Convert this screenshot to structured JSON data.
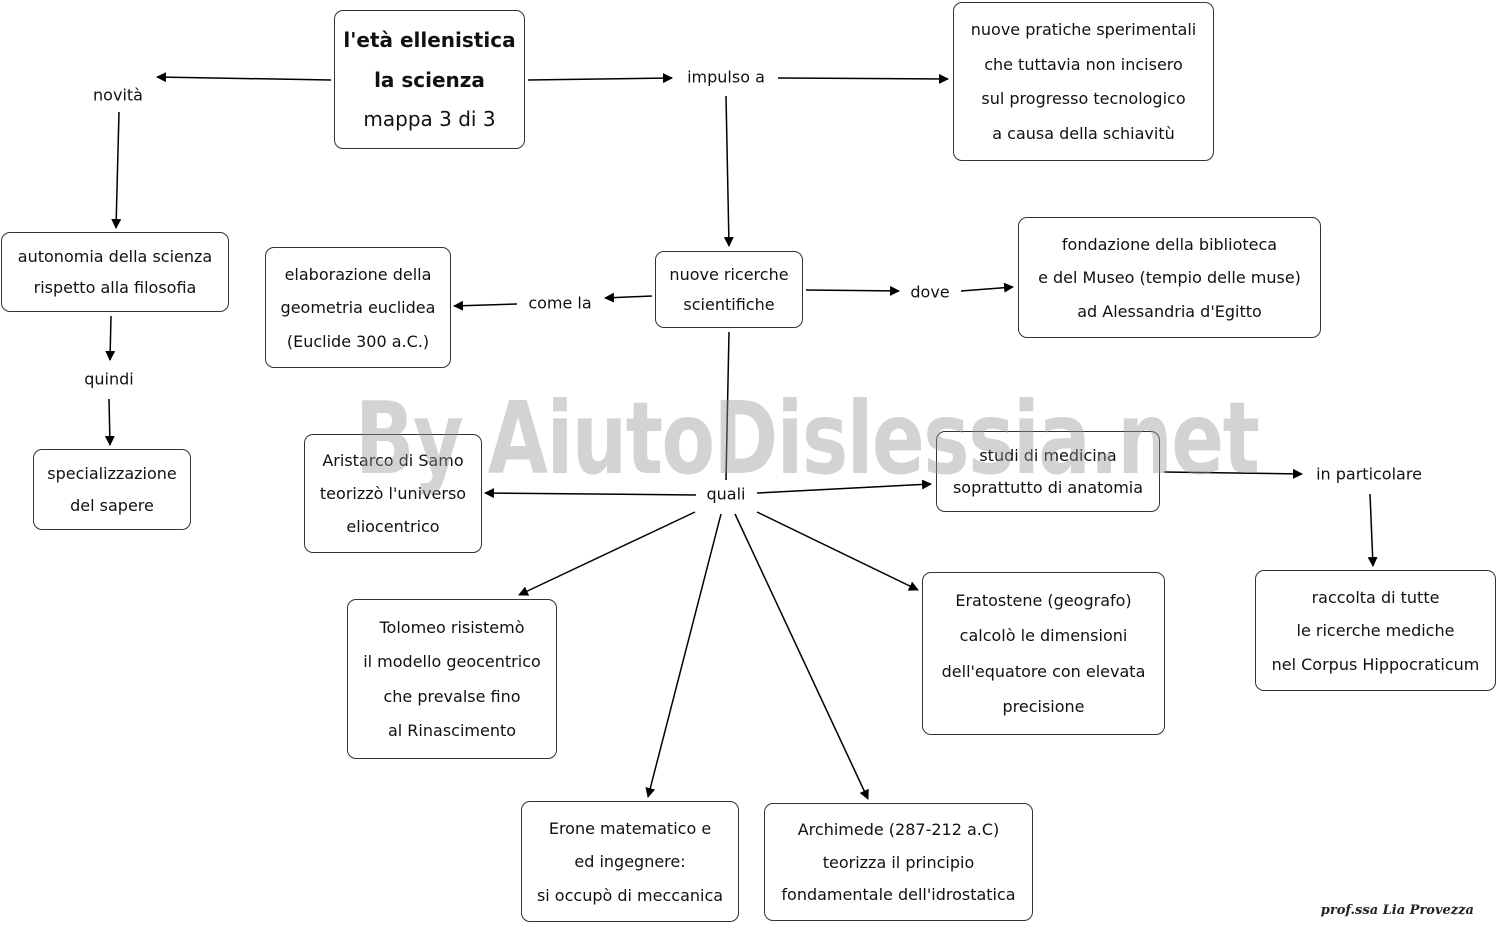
{
  "main": {
    "line1": "l'età ellenistica",
    "line2": "la scienza",
    "line3": "mappa 3 di 3"
  },
  "links": {
    "novita": "novità",
    "impulso": "impulso a",
    "quindi": "quindi",
    "come_la": "come la",
    "dove": "dove",
    "quali": "quali",
    "in_particolare": "in particolare"
  },
  "nodes": {
    "pratiche": [
      "nuove pratiche sperimentali",
      "che tuttavia non incisero",
      "sul progresso tecnologico",
      "a causa della schiavitù"
    ],
    "autonomia": [
      "autonomia della scienza",
      "rispetto alla filosofia"
    ],
    "specializzazione": [
      "specializzazione",
      "del sapere"
    ],
    "geometria": [
      "elaborazione della",
      "geometria euclidea",
      "(Euclide 300 a.C.)"
    ],
    "ricerche": [
      "nuove ricerche",
      "scientifiche"
    ],
    "biblioteca": [
      "fondazione della biblioteca",
      "e del Museo (tempio delle muse)",
      "ad Alessandria d'Egitto"
    ],
    "aristarco": [
      "Aristarco di Samo",
      "teorizzò l'universo",
      "eliocentrico"
    ],
    "medicina": [
      "studi di medicina",
      "soprattutto di anatomia"
    ],
    "tolomeo": [
      "Tolomeo risistemò",
      "il modello geocentrico",
      "che prevalse fino",
      "al Rinascimento"
    ],
    "eratostene": [
      "Eratostene (geografo)",
      "calcolò le dimensioni",
      "dell'equatore con elevata",
      "precisione"
    ],
    "corpus": [
      "raccolta di tutte",
      "le ricerche mediche",
      "nel Corpus Hippocraticum"
    ],
    "erone": [
      "Erone matematico e",
      "ed ingegnere:",
      "si occupò di meccanica"
    ],
    "archimede": [
      "Archimede (287-212 a.C)",
      "teorizza il principio",
      "fondamentale dell'idrostatica"
    ]
  },
  "watermark": "By AiutoDislessia.net",
  "signature": "prof.ssa Lia Provezza"
}
